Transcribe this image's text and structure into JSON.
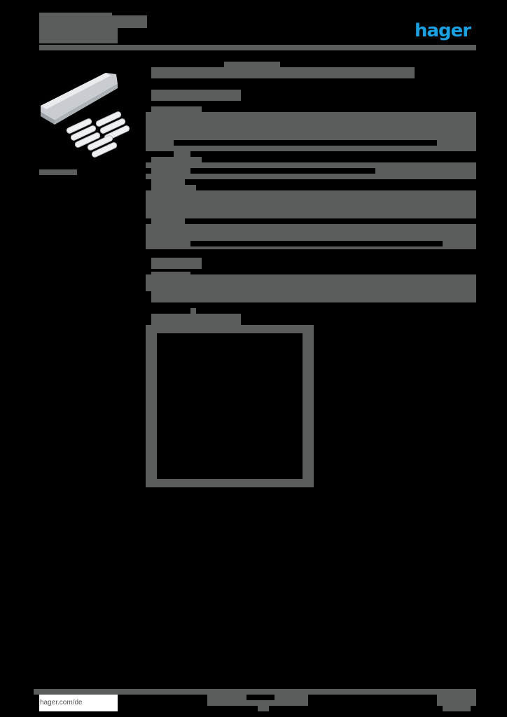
{
  "document": {
    "type": "product datasheet",
    "brand": {
      "logo_text": "hager",
      "color": "#1ba1e2"
    },
    "redaction_color": "#5b5c5c",
    "background_color": "#000000",
    "header": {
      "title_block": "[redacted product number]",
      "subtitle_block": "[redacted]"
    },
    "product": {
      "image_alt": "cable tray cover with end clips",
      "image_caption": "[redacted]"
    },
    "main": {
      "title": "[redacted product title]",
      "sections": [
        {
          "heading": "[redacted]",
          "rows": [
            "[redacted]",
            "[redacted]",
            "[redacted]"
          ]
        },
        {
          "heading": "[redacted]",
          "rows": [
            "[redacted]",
            "[redacted]"
          ]
        },
        {
          "heading": "[redacted]",
          "rows": [
            "[redacted]",
            "[redacted]"
          ]
        },
        {
          "heading": "[redacted]",
          "rows": [
            "[redacted]",
            "[redacted]"
          ]
        },
        {
          "heading": "[redacted]",
          "rows": [
            "[redacted]",
            "[redacted]"
          ]
        }
      ],
      "diagram": {
        "heading": "[redacted]",
        "content": "[empty drawing area]"
      }
    },
    "footer": {
      "link": "hager.com/de",
      "center_block": "[redacted]",
      "right_block": "[redacted]"
    }
  }
}
